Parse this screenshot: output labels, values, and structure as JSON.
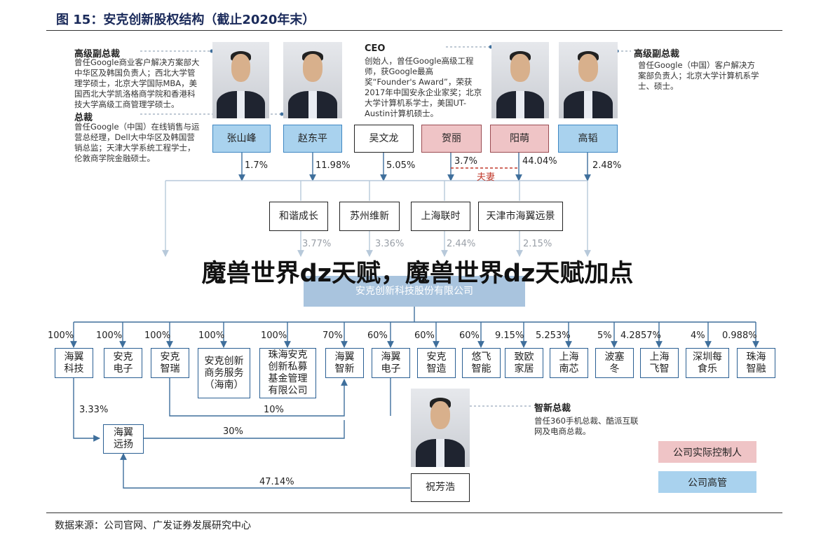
{
  "title": "图 15：安克创新股权结构（截止2020年末）",
  "source": "数据来源：公司官网、广发证券发展研究中心",
  "watermark": "魔兽世界dz天赋，魔兽世界dz天赋加点",
  "left_roles": {
    "vp_title": "高级副总裁",
    "vp_desc": "曾任Google商业客户解决方案部大中华区及韩国负责人；西北大学管理学硕士，北京大学国际MBA，美国西北大学凯洛格商学院和香港科技大学高级工商管理学硕士。",
    "gm_title": "总裁",
    "gm_desc": "曾任Google（中国）在线销售与运营总经理，Dell大中华区及韩国营销总监；天津大学系统工程学士，伦敦商学院金融硕士。"
  },
  "ceo": {
    "title": "CEO",
    "desc": "创始人，曾任Google高级工程师，获Google最高奖“Founder's Award”，荣获2017年中国安永企业家奖；北京大学计算机系学士，美国UT-Austin计算机硕士。"
  },
  "right_role": {
    "title": "高级副总裁",
    "desc": "曾任Google（中国）客户解决方案部负责人；北京大学计算机系学士、硕士。"
  },
  "shareholders": [
    {
      "name": "张山峰",
      "pct": "1.7%"
    },
    {
      "name": "赵东平",
      "pct": "11.98%"
    },
    {
      "name": "吴文龙",
      "pct": "5.05%"
    },
    {
      "name": "贺丽",
      "pct": "3.7%"
    },
    {
      "name": "阳萌",
      "pct": "44.04%"
    },
    {
      "name": "高韬",
      "pct": "2.48%"
    }
  ],
  "spouse_label": "夫妻",
  "entities": [
    {
      "name": "和谐成长",
      "pct": "3.77%"
    },
    {
      "name": "苏州维新",
      "pct": "3.36%"
    },
    {
      "name": "上海联时",
      "pct": "2.44%"
    },
    {
      "name": "天津市海翼远景",
      "pct": "2.15%"
    }
  ],
  "company": "安克创新科技股份有限公司",
  "subsidiaries": [
    {
      "name": "海翼\n科技",
      "pct": "100%"
    },
    {
      "name": "安克\n电子",
      "pct": "100%"
    },
    {
      "name": "安克\n智瑞",
      "pct": "100%"
    },
    {
      "name": "安克创新\n商务服务\n（海南）",
      "pct": "100%"
    },
    {
      "name": "珠海安克\n创新私募\n基金管理\n有限公司",
      "pct": "100%"
    },
    {
      "name": "海翼\n智新",
      "pct": "70%"
    },
    {
      "name": "海翼\n电子",
      "pct": "60%"
    },
    {
      "name": "安克\n智造",
      "pct": "60%"
    },
    {
      "name": "悠飞\n智能",
      "pct": "60%"
    },
    {
      "name": "致欧\n家居",
      "pct": "9.15%"
    },
    {
      "name": "上海\n南芯",
      "pct": "5.253%"
    },
    {
      "name": "波塞\n冬",
      "pct": "5%"
    },
    {
      "name": "上海\n飞智",
      "pct": "4.2857%"
    },
    {
      "name": "深圳每\n食乐",
      "pct": "4%"
    },
    {
      "name": "珠海\n智融",
      "pct": "0.988%"
    }
  ],
  "yuanyang": {
    "name": "海翼\n远扬",
    "pct_from_keji": "3.33%",
    "pct_to_zhixin": "30%",
    "pct_from_zhu": "47.14%"
  },
  "zhirui_to_zhixin_pct": "10%",
  "zhu": {
    "name": "祝芳浩",
    "title": "智新总裁",
    "desc": "曾任360手机总裁、酷派互联网及电商总裁。"
  },
  "legend": {
    "controller": "公司实际控制人",
    "executive": "公司高管"
  },
  "colors": {
    "exec_fill": "#a9d2ee",
    "ctrl_fill": "#efc4c6",
    "company_fill": "#a9c4de",
    "line_blue": "#3f6f9c",
    "line_light": "#b7c9da",
    "spouse_red": "#c0392b"
  }
}
